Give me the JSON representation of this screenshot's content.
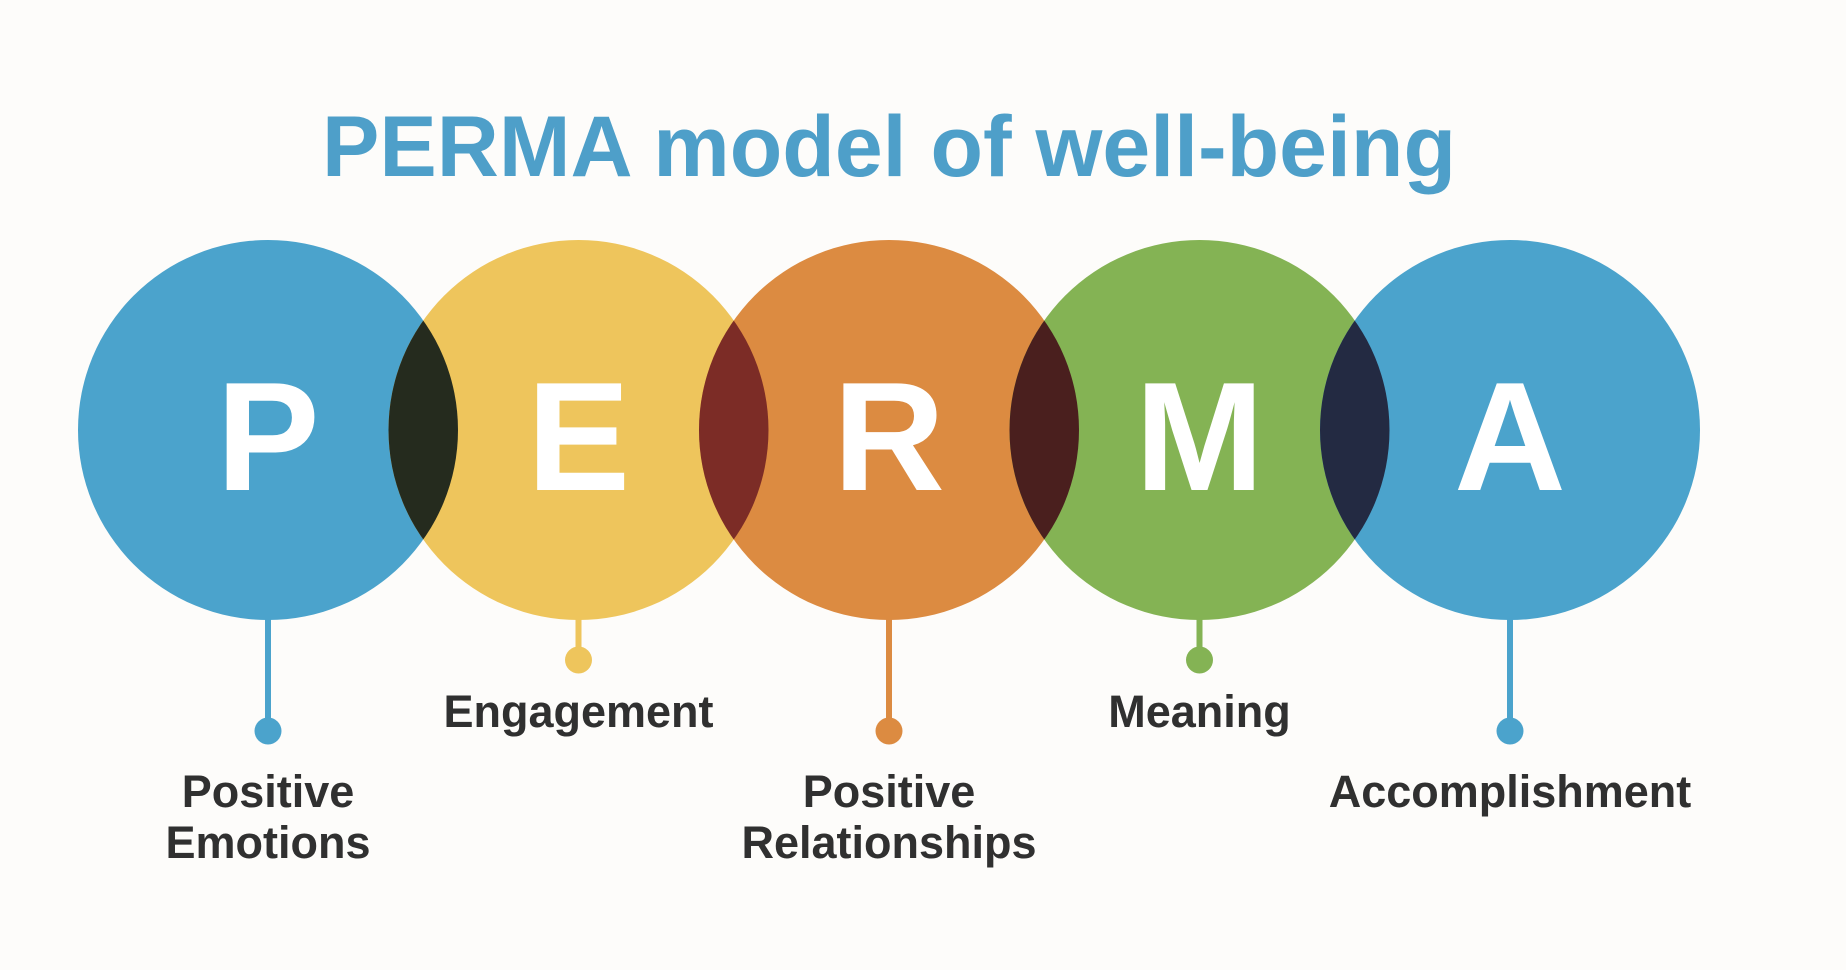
{
  "title": {
    "text": "PERMA model of well-being",
    "color": "#4e9fc9"
  },
  "background_color": "#fdfcfa",
  "diagram": {
    "letter_color": "#ffffff",
    "label_color": "#303030",
    "circles": [
      {
        "letter": "P",
        "label": "Positive Emotions",
        "label_lines": [
          "Positive",
          "Emotions"
        ],
        "color": "#4ba3cc",
        "stem": "long"
      },
      {
        "letter": "E",
        "label": "Engagement",
        "label_lines": [
          "Engagement"
        ],
        "color": "#eec55c",
        "stem": "short"
      },
      {
        "letter": "R",
        "label": "Positive Relationships",
        "label_lines": [
          "Positive",
          "Relationships"
        ],
        "color": "#dc8b41",
        "stem": "long"
      },
      {
        "letter": "M",
        "label": "Meaning",
        "label_lines": [
          "Meaning"
        ],
        "color": "#84b354",
        "stem": "short"
      },
      {
        "letter": "A",
        "label": "Accomplishment",
        "label_lines": [
          "Accomplishment"
        ],
        "color": "#4ba3cc",
        "stem": "long"
      }
    ],
    "overlaps": [
      {
        "between": "P-E",
        "color": "#252b1e"
      },
      {
        "between": "E-R",
        "color": "#7c2c26"
      },
      {
        "between": "R-M",
        "color": "#4a1f1e"
      },
      {
        "between": "M-A",
        "color": "#232a42"
      }
    ]
  }
}
